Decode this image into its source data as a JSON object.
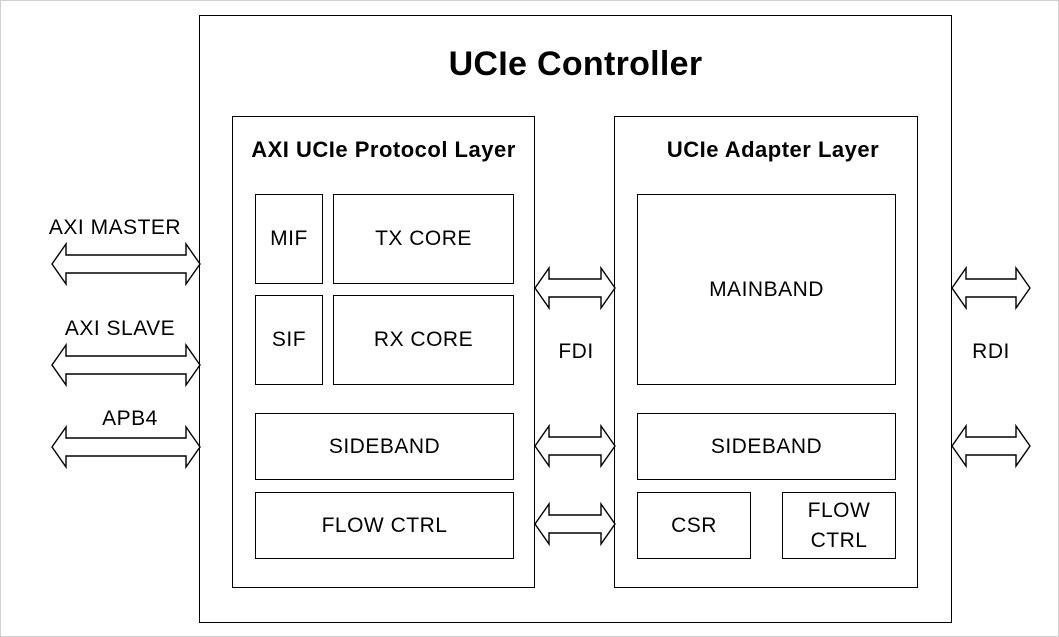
{
  "title": "UCIe Controller",
  "protocol_layer": {
    "title": "AXI UCIe Protocol Layer",
    "mif": "MIF",
    "tx_core": "TX CORE",
    "sif": "SIF",
    "rx_core": "RX CORE",
    "sideband": "SIDEBAND",
    "flow_ctrl": "FLOW CTRL"
  },
  "adapter_layer": {
    "title": "UCIe Adapter Layer",
    "mainband": "MAINBAND",
    "sideband": "SIDEBAND",
    "csr": "CSR",
    "flow_ctrl_line1": "FLOW",
    "flow_ctrl_line2": "CTRL"
  },
  "interfaces": {
    "axi_master": "AXI MASTER",
    "axi_slave": "AXI SLAVE",
    "apb4": "APB4",
    "fdi": "FDI",
    "rdi": "RDI"
  }
}
